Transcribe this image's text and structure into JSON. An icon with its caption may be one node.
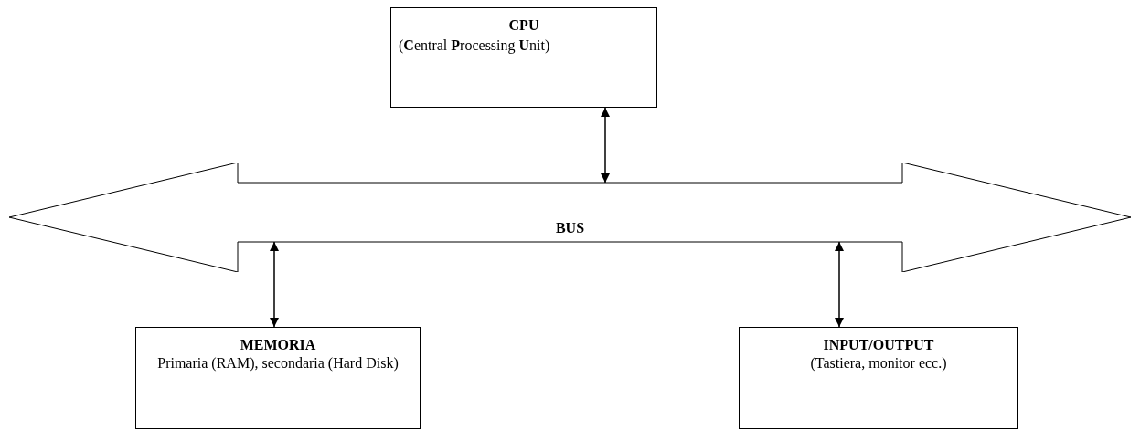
{
  "diagram": {
    "nodes": [
      {
        "text": [
          "CPU",
          "(**C**entral **P**rocessing **U**nit)"
        ]
      },
      {
        "text": [
          "BUS"
        ]
      },
      {
        "text": [
          "MEMORIA",
          "Primaria (RAM), secondaria (Hard Disk)"
        ]
      },
      {
        "text": [
          "INPUT/OUTPUT",
          "(Tastiera, monitor ecc.)"
        ]
      }
    ],
    "edges": [
      {
        "from": 0,
        "to": 1,
        "arrow": "both"
      },
      {
        "from": 1,
        "to": 2,
        "arrow": "both"
      },
      {
        "from": 1,
        "to": 3,
        "arrow": "both"
      }
    ]
  }
}
